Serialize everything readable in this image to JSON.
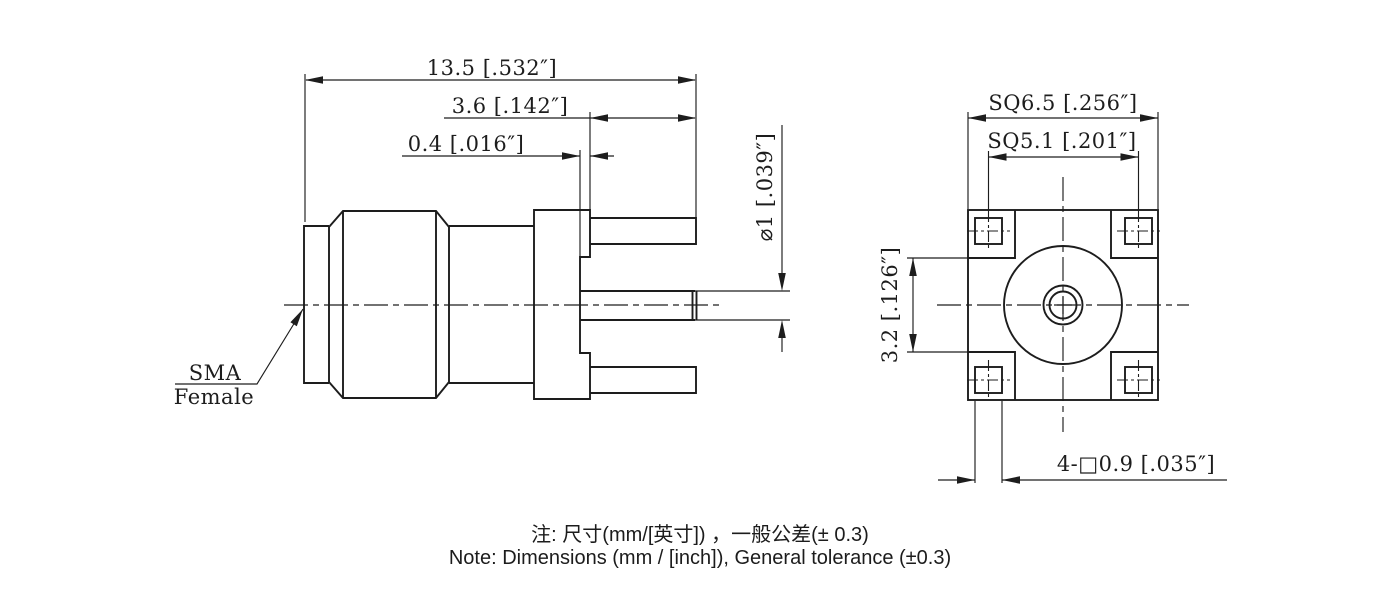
{
  "colors": {
    "line": "#1d1d1d",
    "background": "#ffffff"
  },
  "side_view": {
    "part_label": {
      "line1": "SMA",
      "line2": "Female"
    },
    "dims": {
      "overall_length": "13.5 [.532″]",
      "leg_length": "3.6 [.142″]",
      "step_thickness": "0.4 [.016″]",
      "pin_diameter": "⌀1 [.039″]"
    }
  },
  "front_view": {
    "dims": {
      "flange_square": "SQ6.5 [.256″]",
      "leg_pitch_square": "SQ5.1 [.201″]",
      "slot_height": "3.2 [.126″]",
      "leg_square": "4-□0.9 [.035″]"
    }
  },
  "notes": {
    "chinese": "注: 尺寸(mm/[英寸]) ，一般公差(± 0.3)",
    "english": "Note: Dimensions (mm / [inch]), General tolerance (±0.3)"
  }
}
